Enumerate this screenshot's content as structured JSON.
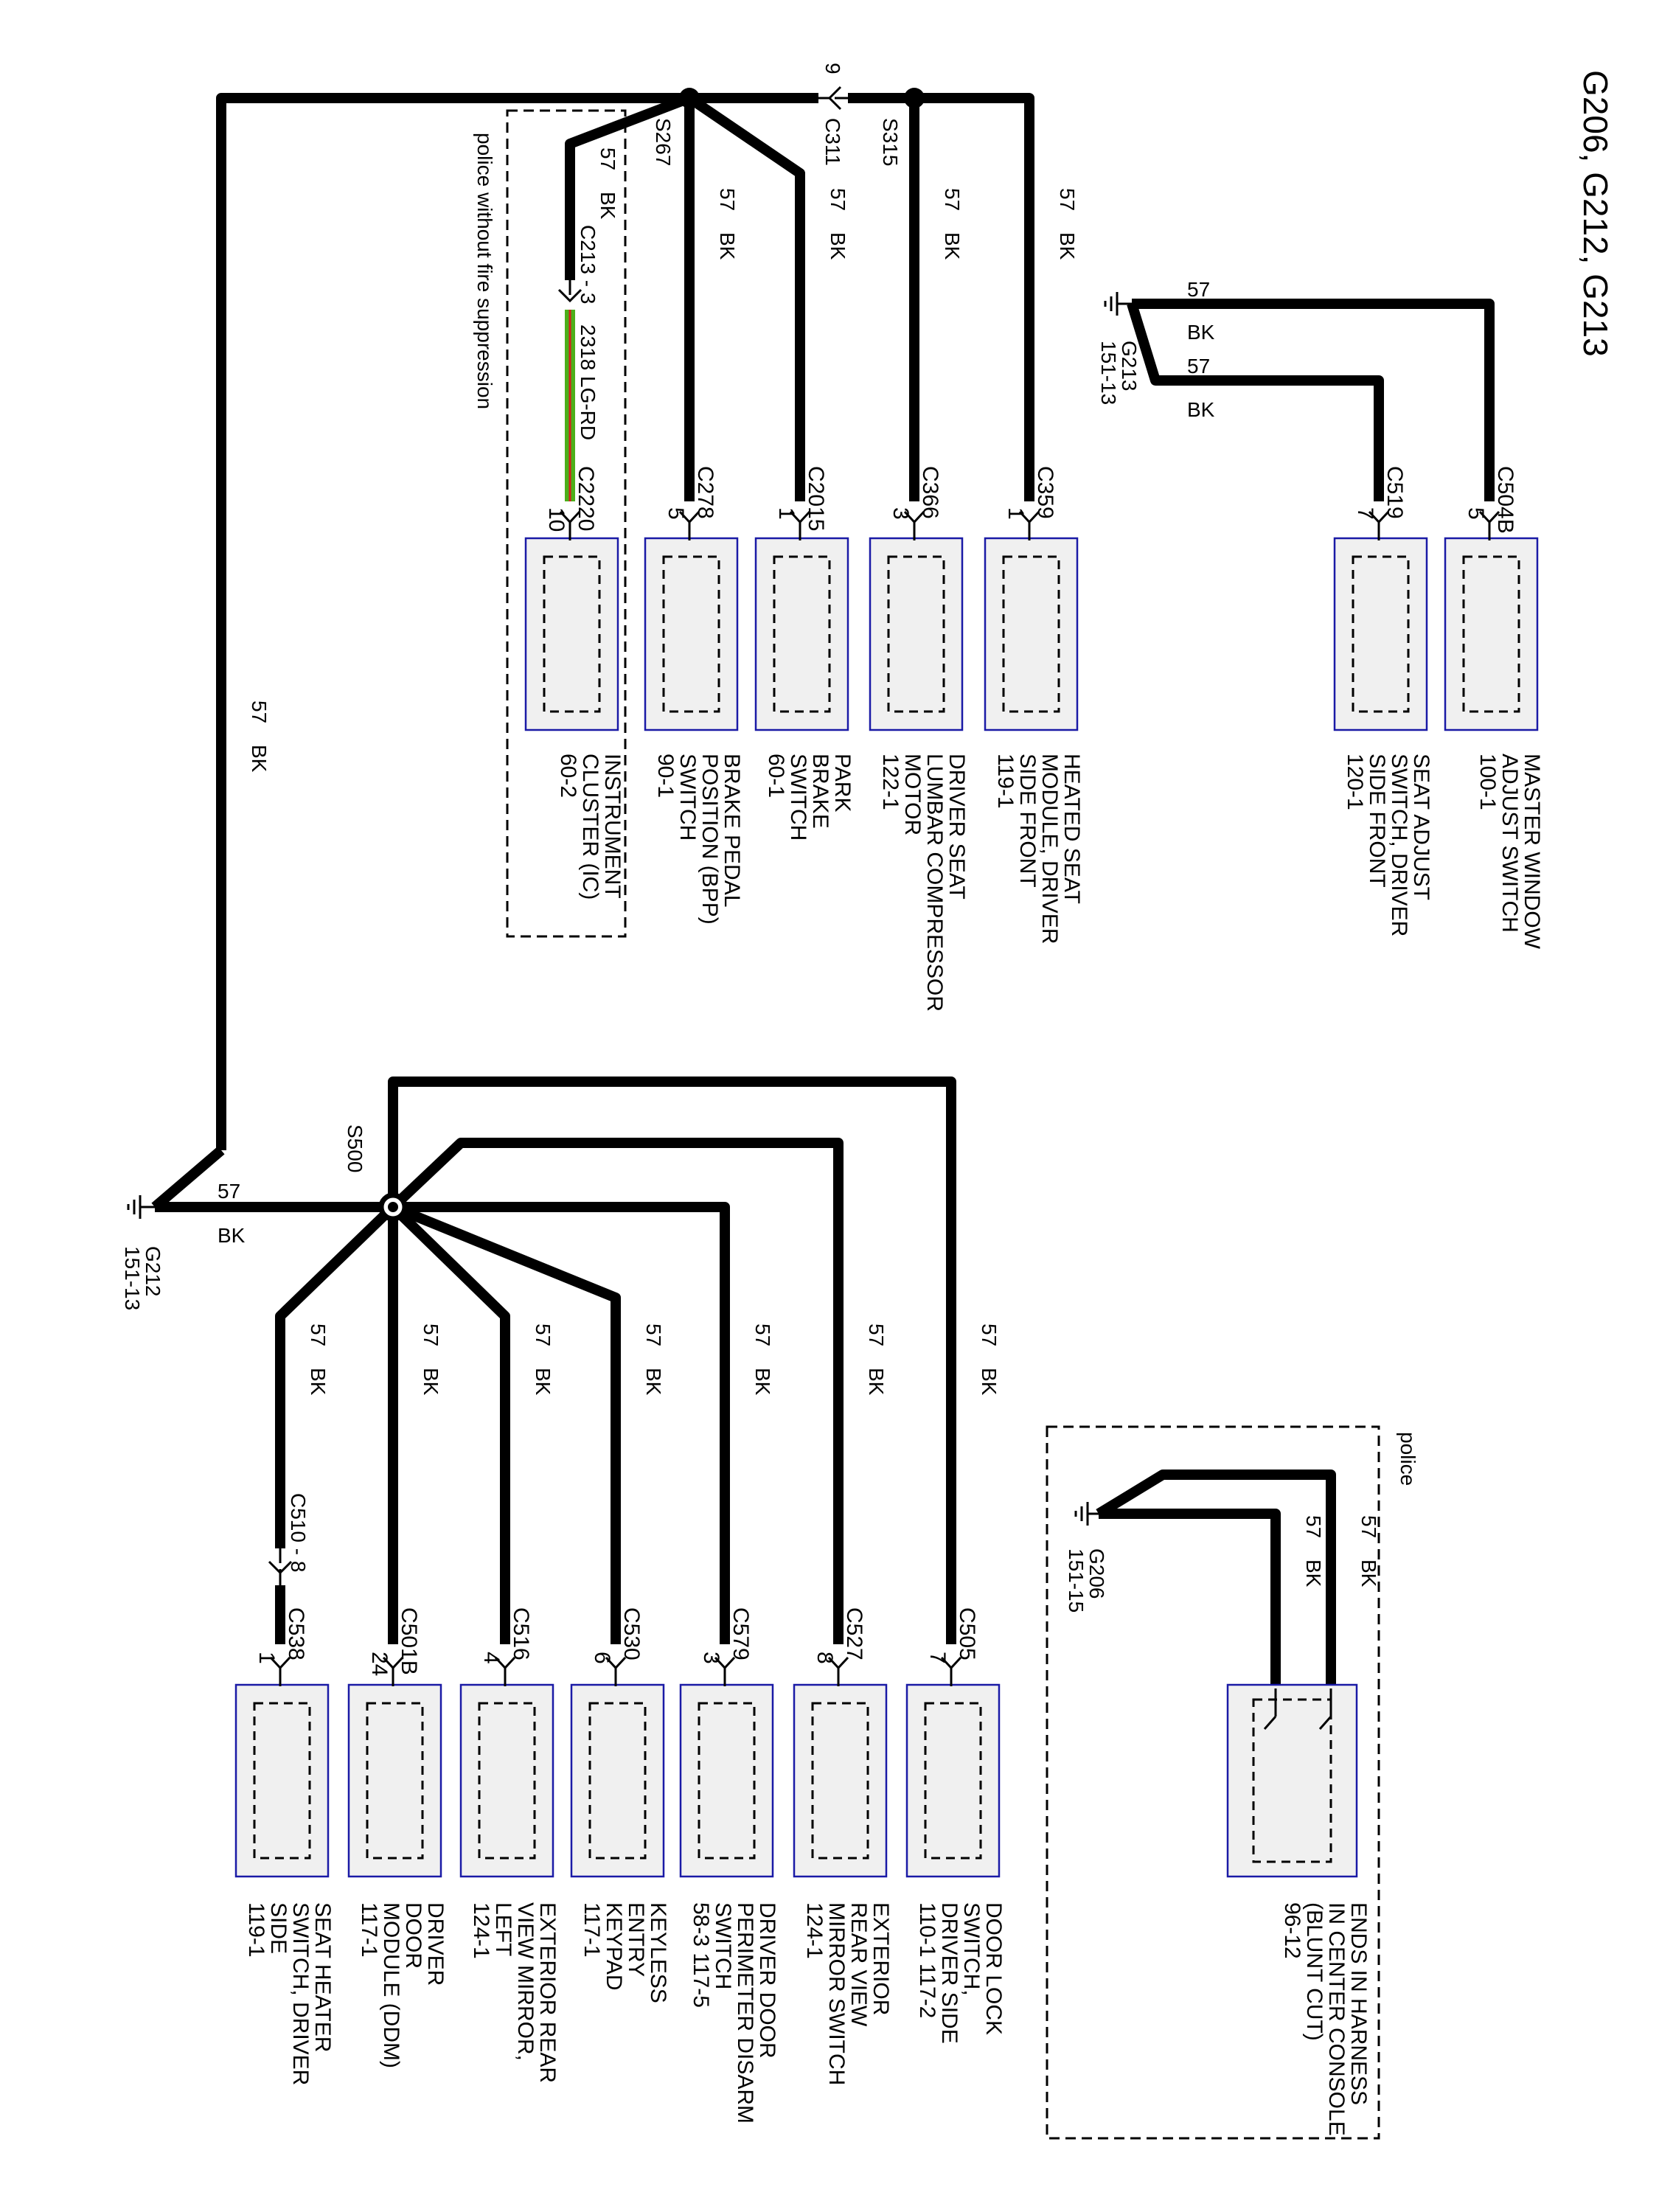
{
  "title": "G206, G212, G213",
  "colors": {
    "wire": "#000000",
    "wire_green": "#4caf1a",
    "wire_red": "#d32020",
    "box_fill": "#f0f0f0",
    "box_stroke": "#1a1aa6"
  },
  "wire_codes": {
    "circuit": "57",
    "color": "BK"
  },
  "grounds": {
    "g213": {
      "name": "G213",
      "ref": "151-13"
    },
    "g212": {
      "name": "G212",
      "ref": "151-13"
    },
    "g206": {
      "name": "G206",
      "ref": "151-15"
    }
  },
  "splices": {
    "s267": "S267",
    "s315": "S315",
    "s500": "S500"
  },
  "inline_connectors": {
    "c311": {
      "name": "C311",
      "pin": "9"
    },
    "c213": {
      "name": "C213 - 3"
    },
    "c510": {
      "name": "C510 - 8"
    }
  },
  "special_wire": {
    "circuit": "2318",
    "color": "LG-RD"
  },
  "notes": {
    "fire": "police without fire suppression",
    "police": "police"
  },
  "top_components": [
    {
      "connector": "C504B",
      "pin": "5",
      "lines": [
        "MASTER WINDOW",
        "ADJUST SWITCH",
        "100-1"
      ]
    },
    {
      "connector": "C519",
      "pin": "7",
      "lines": [
        "SEAT ADJUST",
        "SWITCH, DRIVER",
        "SIDE FRONT",
        "120-1"
      ]
    },
    {
      "connector": "C359",
      "pin": "1",
      "lines": [
        "HEATED SEAT",
        "MODULE, DRIVER",
        "SIDE FRONT",
        "119-1"
      ]
    },
    {
      "connector": "C366",
      "pin": "3",
      "lines": [
        "DRIVER SEAT",
        "LUMBAR COMPRESSOR",
        "MOTOR",
        "122-1"
      ]
    },
    {
      "connector": "C2015",
      "pin": "1",
      "lines": [
        "PARK",
        "BRAKE",
        "SWITCH",
        "60-1"
      ]
    },
    {
      "connector": "C278",
      "pin": "5",
      "lines": [
        "BRAKE PEDAL",
        "POSITION (BPP)",
        "SWITCH",
        "90-1"
      ]
    },
    {
      "connector": "C2220",
      "pin": "10",
      "lines": [
        "INSTRUMENT",
        "CLUSTER (IC)",
        "60-2"
      ]
    }
  ],
  "bottom_components": [
    {
      "connector": "C505",
      "pin": "7",
      "lines": [
        "DOOR LOCK",
        "SWITCH,",
        "DRIVER SIDE",
        "110-1    117-2"
      ]
    },
    {
      "connector": "C527",
      "pin": "8",
      "lines": [
        "EXTERIOR",
        "REAR VIEW",
        "MIRROR SWITCH",
        "124-1"
      ]
    },
    {
      "connector": "C579",
      "pin": "3",
      "lines": [
        "DRIVER DOOR",
        "PERIMETER DISARM",
        "SWITCH",
        "58-3      117-5"
      ]
    },
    {
      "connector": "C530",
      "pin": "6",
      "lines": [
        "KEYLESS",
        "ENTRY",
        "KEYPAD",
        "117-1"
      ]
    },
    {
      "connector": "C516",
      "pin": "4",
      "lines": [
        "EXTERIOR REAR",
        "VIEW MIRROR,",
        "LEFT",
        "124-1"
      ]
    },
    {
      "connector": "C501B",
      "pin": "24",
      "lines": [
        "DRIVER",
        "DOOR",
        "MODULE (DDM)",
        "117-1"
      ]
    },
    {
      "connector": "C538",
      "pin": "1",
      "lines": [
        "SEAT HEATER",
        "SWITCH, DRIVER",
        "SIDE",
        "119-1"
      ]
    }
  ],
  "harness_component": {
    "lines": [
      "ENDS IN HARNESS",
      "IN CENTER CONSOLE",
      "(BLUNT CUT)",
      "96-12"
    ]
  }
}
